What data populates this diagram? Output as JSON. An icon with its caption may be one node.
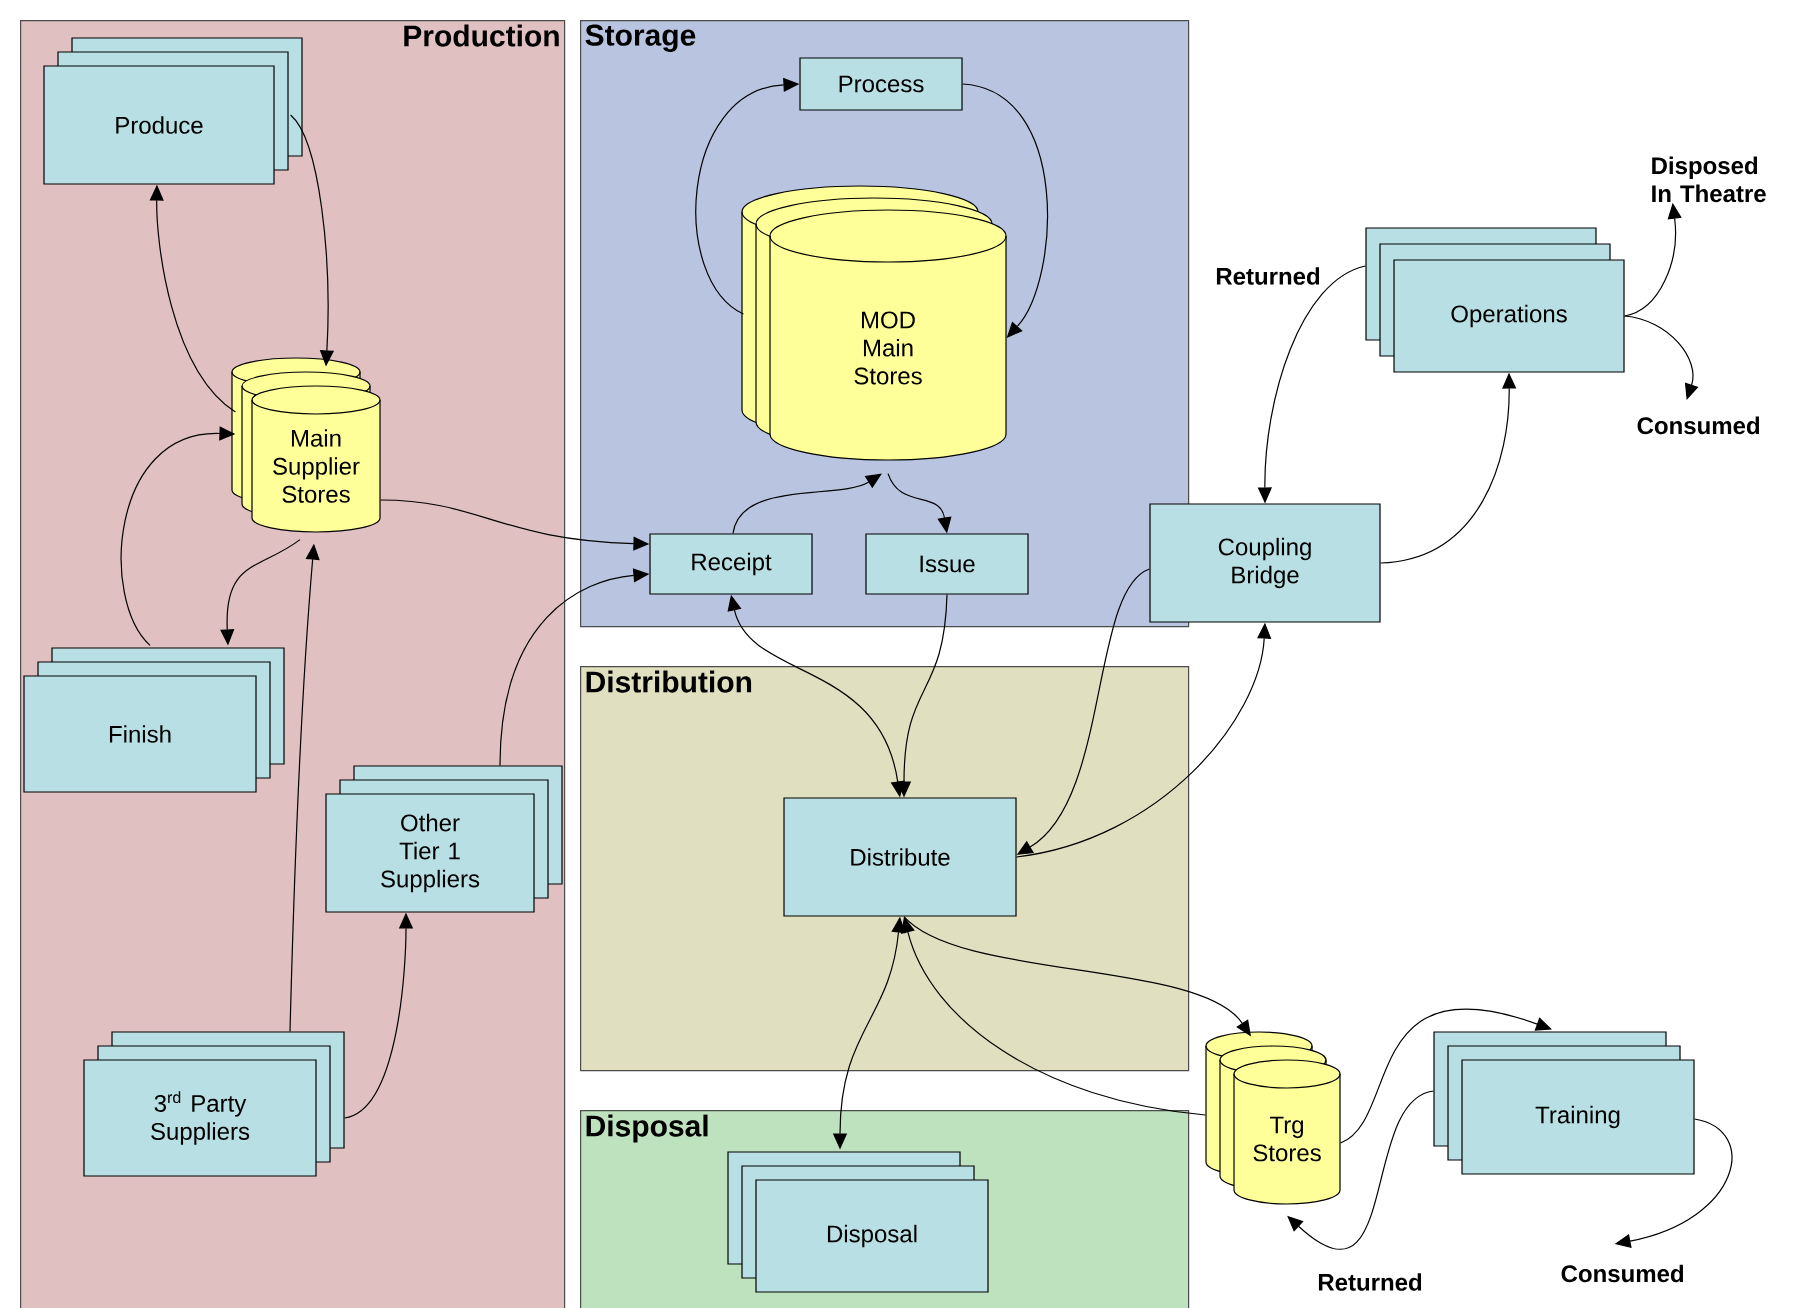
{
  "diagram": {
    "nodes": [
      {
        "text": [
          "Production"
        ]
      },
      {
        "text": [
          "Storage"
        ]
      },
      {
        "text": [
          "Distribution"
        ]
      },
      {
        "text": [
          "Disposal"
        ]
      },
      {
        "text": [
          "Produce"
        ],
        "in": 0
      },
      {
        "text": [
          "Main Supplier Stores"
        ],
        "in": 0
      },
      {
        "text": [
          "Finish"
        ],
        "in": 0
      },
      {
        "text": [
          "Other Tier 1 Suppliers"
        ],
        "in": 0
      },
      {
        "text": [
          "3$^{rd}$ Party Suppliers"
        ],
        "in": 0
      },
      {
        "text": [
          "Process"
        ],
        "in": 1
      },
      {
        "text": [
          "MOD Main Stores"
        ],
        "in": 1
      },
      {
        "text": [
          "Receipt"
        ],
        "in": 1
      },
      {
        "text": [
          "Issue"
        ],
        "in": 1
      },
      {
        "text": [
          "Coupling Bridge"
        ]
      },
      {
        "text": [
          "Operations"
        ]
      },
      {
        "text": [
          "Disposed In Theatre"
        ]
      },
      {
        "text": [
          "Consumed"
        ]
      },
      {
        "text": [
          "Distribute"
        ],
        "in": 2
      },
      {
        "text": [
          "Disposal"
        ],
        "in": 3
      },
      {
        "text": [
          "Trg Stores"
        ]
      },
      {
        "text": [
          "Training"
        ]
      },
      {
        "text": [
          "Consumed"
        ]
      }
    ],
    "edges": [
      {
        "from": 4,
        "to": 5,
        "arrow": "to"
      },
      {
        "from": 5,
        "to": 4,
        "arrow": "to"
      },
      {
        "from": 6,
        "to": 5,
        "arrow": "to"
      },
      {
        "from": 5,
        "to": 6,
        "arrow": "to"
      },
      {
        "from": 8,
        "to": 5,
        "arrow": "to"
      },
      {
        "from": 8,
        "to": 7,
        "arrow": "to"
      },
      {
        "from": 5,
        "to": 11,
        "arrow": "to"
      },
      {
        "from": 7,
        "to": 11,
        "arrow": "to"
      },
      {
        "from": 11,
        "to": 10,
        "arrow": "to"
      },
      {
        "from": 10,
        "to": 12,
        "arrow": "to"
      },
      {
        "from": 10,
        "to": 9,
        "arrow": "to"
      },
      {
        "from": 9,
        "to": 10,
        "arrow": "to"
      },
      {
        "from": 11,
        "to": 17,
        "arrow": "both"
      },
      {
        "from": 12,
        "to": 17,
        "arrow": "to"
      },
      {
        "from": 13,
        "to": 17,
        "arrow": "to"
      },
      {
        "from": 17,
        "to": 13,
        "arrow": "to"
      },
      {
        "from": 14,
        "to": 13,
        "arrow": "to",
        "label": "Returned"
      },
      {
        "from": 13,
        "to": 14,
        "arrow": "to"
      },
      {
        "from": 14,
        "to": 15,
        "arrow": "to"
      },
      {
        "from": 14,
        "to": 16,
        "arrow": "to"
      },
      {
        "from": 17,
        "to": 19,
        "arrow": "to"
      },
      {
        "from": 19,
        "to": 17,
        "arrow": "to"
      },
      {
        "from": 17,
        "to": 18,
        "arrow": "both"
      },
      {
        "from": 19,
        "to": 20,
        "arrow": "to"
      },
      {
        "from": 20,
        "to": 19,
        "arrow": "to",
        "label": "Returned"
      },
      {
        "from": 20,
        "to": 21,
        "arrow": "to"
      }
    ]
  }
}
